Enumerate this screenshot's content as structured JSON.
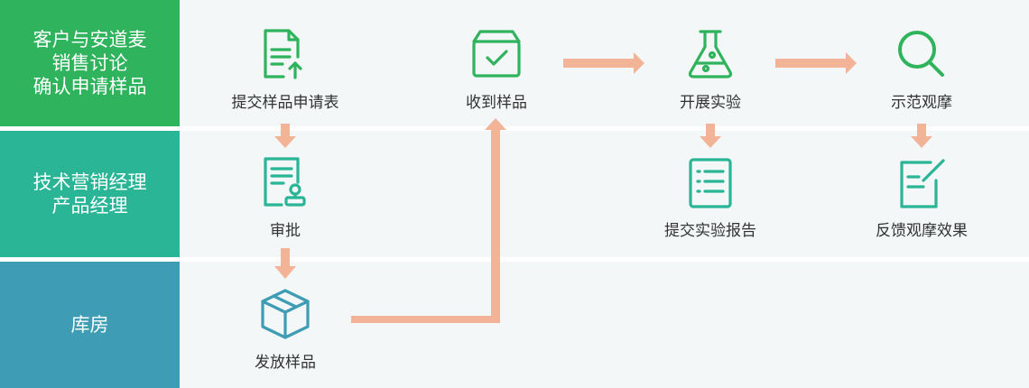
{
  "colors": {
    "lane1": "#2fb35c",
    "lane2": "#2ab596",
    "lane3": "#3e9db4",
    "icon_green": "#2fb35c",
    "icon_teal": "#2ab596",
    "icon_blue": "#3e9db4",
    "arrow": "#f2b396",
    "lane_bg": "#f3f7f7"
  },
  "lanes": [
    {
      "lines": [
        "客户与安道麦",
        "销售讨论",
        "确认申请样品"
      ]
    },
    {
      "lines": [
        "技术营销经理",
        "产品经理"
      ]
    },
    {
      "lines": [
        "库房"
      ]
    }
  ],
  "nodes": {
    "submit_request": {
      "label": "提交样品申请表",
      "icon": "document-upload-icon"
    },
    "receive_samples": {
      "label": "收到样品",
      "icon": "box-check-icon"
    },
    "conduct_experiment": {
      "label": "开展实验",
      "icon": "flask-icon"
    },
    "demo_observation": {
      "label": "示范观摩",
      "icon": "magnifier-icon"
    },
    "approval": {
      "label": "审批",
      "icon": "document-stamp-icon"
    },
    "submit_report": {
      "label": "提交实验报告",
      "icon": "checklist-icon"
    },
    "feedback": {
      "label": "反馈观摩效果",
      "icon": "edit-note-icon"
    },
    "ship_samples": {
      "label": "发放样品",
      "icon": "package-icon"
    }
  }
}
